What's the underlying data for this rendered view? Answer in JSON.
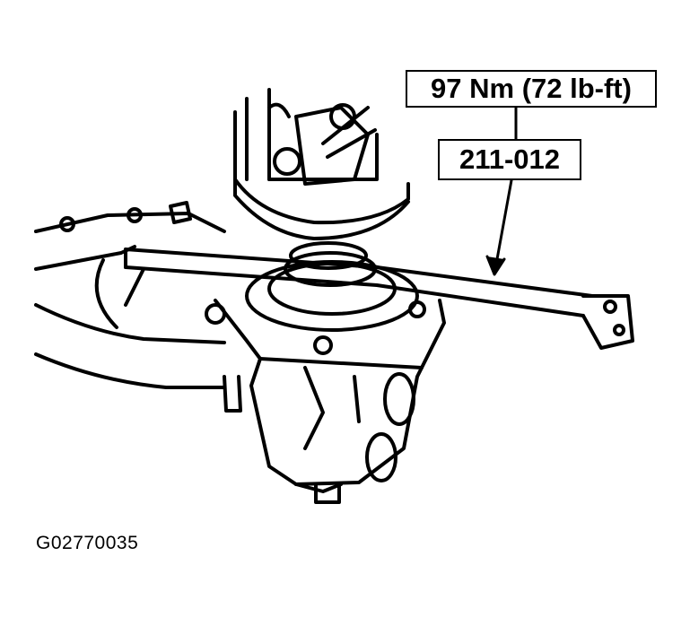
{
  "callouts": {
    "torque": "97 Nm (72 lb-ft)",
    "tool": "211-012"
  },
  "figure_code": "G02770035",
  "colors": {
    "ink": "#000000",
    "paper": "#ffffff"
  }
}
